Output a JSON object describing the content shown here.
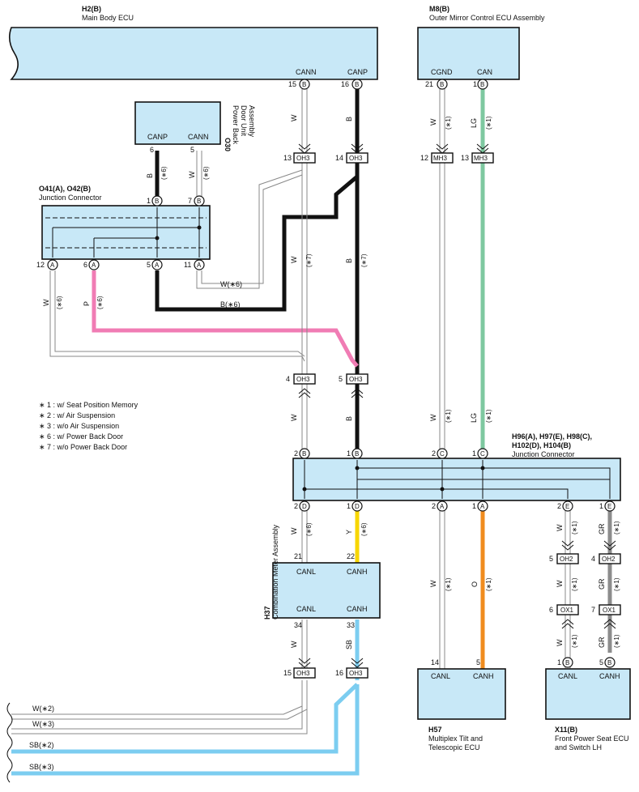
{
  "components": {
    "h2": {
      "id": "H2(B)",
      "name": "Main Body ECU",
      "pin_canN": "CANN",
      "pin_canP": "CANP"
    },
    "m8": {
      "id": "M8(B)",
      "name": "Outer Mirror Control ECU Assembly",
      "pin_cgnd": "CGND",
      "pin_can": "CAN"
    },
    "o30": {
      "id": "O30",
      "name_line1": "Power Back",
      "name_line2": "Door Unit",
      "name_line3": "Assembly",
      "pin_canp": "CANP",
      "pin_cann": "CANN"
    },
    "o41": {
      "id": "O41(A), O42(B)",
      "name": "Junction Connector"
    },
    "h96": {
      "id": "H96(A), H97(E), H98(C),",
      "id2": "H102(D), H104(B)",
      "name": "Junction Connector"
    },
    "h37": {
      "id": "H37",
      "name": "Combination Meter Assembly",
      "canl": "CANL",
      "canh": "CANH"
    },
    "h57": {
      "id": "H57",
      "name_line1": "Multiplex Tilt and",
      "name_line2": "Telescopic ECU",
      "canl": "CANL",
      "canh": "CANH"
    },
    "x11": {
      "id": "X11(B)",
      "name_line1": "Front Power Seat ECU",
      "name_line2": "and Switch LH",
      "canl": "CANL",
      "canh": "CANH"
    }
  },
  "legend": [
    "∗ 1 : w/ Seat Position Memory",
    "∗ 2 : w/ Air Suspension",
    "∗ 3 : w/o Air Suspension",
    "∗ 6 : w/ Power Back Door",
    "∗ 7 : w/o Power Back Door"
  ],
  "pins": {
    "p15B": "15",
    "p16B": "16",
    "p21B": "21",
    "p1B_m8": "1",
    "pB": "B",
    "pA": "A",
    "pC": "C",
    "pD": "D",
    "pE": "E",
    "p6": "6",
    "p5": "5",
    "p1": "1",
    "p7": "7",
    "p12": "12",
    "p11": "11",
    "p13": "13",
    "p14": "14",
    "p12m": "12",
    "p13m": "13",
    "p4": "4",
    "p2": "2",
    "p21": "21",
    "p22": "22",
    "p34": "34",
    "p33": "33",
    "p14h": "14"
  },
  "connectors": {
    "oh3": "OH3",
    "mh3": "MH3",
    "oh2": "OH2",
    "ox1": "OX1"
  },
  "wires": {
    "W": "W",
    "B": "B",
    "LG": "LG",
    "P": "P",
    "Y": "Y",
    "O": "O",
    "GR": "GR",
    "SB": "SB",
    "n1": "(∗1)",
    "n6": "(∗6)",
    "n7": "(∗7)",
    "w6": "W(∗6)",
    "b6": "B(∗6)",
    "w2": "W(∗2)",
    "w3": "W(∗3)",
    "sb2": "SB(∗2)",
    "sb3": "SB(∗3)"
  },
  "colors": {
    "box_fill": "#c8e8f7",
    "black": "#111111",
    "green": "#7ec8a0",
    "pink": "#f07cb4",
    "yellow": "#f7d600",
    "orange": "#f08c1e",
    "gray": "#8c8c8c",
    "sky": "#7ccdf0",
    "white": "#ffffff"
  }
}
